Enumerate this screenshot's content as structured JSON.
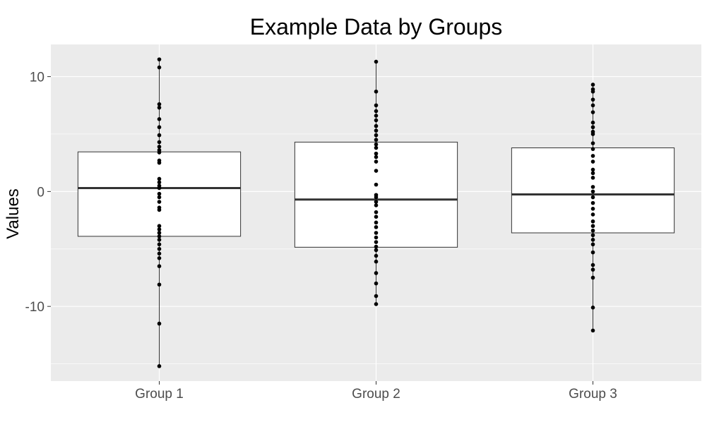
{
  "chart_data": {
    "type": "box",
    "title": "Example Data by Groups",
    "xlabel": "",
    "ylabel": "Values",
    "ylim": [
      -16.5,
      12.8
    ],
    "y_ticks": [
      -10,
      0,
      10
    ],
    "y_tick_labels": [
      "-10",
      "0",
      "10"
    ],
    "categories": [
      "Group 1",
      "Group 2",
      "Group 3"
    ],
    "grid": true,
    "legend": "none",
    "colors": {
      "panel": "#ebebeb",
      "grid": "#ffffff",
      "box_fill": "#ffffff",
      "box_stroke": "#333333",
      "point": "#000000"
    },
    "boxes": [
      {
        "name": "Group 1",
        "q1": -3.9,
        "median": 0.3,
        "q3": 3.45,
        "whisker_low": -15.2,
        "whisker_high": 11.5
      },
      {
        "name": "Group 2",
        "q1": -4.85,
        "median": -0.7,
        "q3": 4.3,
        "whisker_low": -9.8,
        "whisker_high": 11.3
      },
      {
        "name": "Group 3",
        "q1": -3.6,
        "median": -0.25,
        "q3": 3.8,
        "whisker_low": -12.1,
        "whisker_high": 9.3
      }
    ],
    "points": [
      [
        11.5,
        10.8,
        7.6,
        7.3,
        6.3,
        5.6,
        4.9,
        4.3,
        3.9,
        3.6,
        3.4,
        2.7,
        2.5,
        1.1,
        0.8,
        0.5,
        0.3,
        -0.2,
        -0.5,
        -0.9,
        -1.4,
        -1.6,
        -3.0,
        -3.3,
        -3.6,
        -3.9,
        -4.2,
        -4.6,
        -5.0,
        -5.4,
        -5.8,
        -6.5,
        -8.1,
        -11.5,
        -15.2
      ],
      [
        11.3,
        8.7,
        7.5,
        7.0,
        6.6,
        6.2,
        5.7,
        5.3,
        4.9,
        4.5,
        4.1,
        3.8,
        3.3,
        3.0,
        2.6,
        1.8,
        0.6,
        -0.3,
        -0.5,
        -0.9,
        -1.2,
        -1.8,
        -2.2,
        -2.7,
        -3.1,
        -3.6,
        -4.0,
        -4.4,
        -4.8,
        -5.1,
        -5.6,
        -6.1,
        -7.1,
        -8.0,
        -9.1,
        -9.8
      ],
      [
        9.3,
        8.9,
        8.7,
        8.0,
        7.5,
        6.9,
        6.0,
        5.6,
        5.2,
        5.0,
        4.2,
        3.7,
        3.1,
        2.6,
        1.9,
        1.6,
        1.2,
        0.4,
        0.0,
        -0.5,
        -1.0,
        -1.5,
        -2.0,
        -2.6,
        -3.0,
        -3.4,
        -3.8,
        -4.2,
        -4.6,
        -5.3,
        -6.4,
        -6.8,
        -7.5,
        -10.1,
        -12.1
      ]
    ]
  }
}
